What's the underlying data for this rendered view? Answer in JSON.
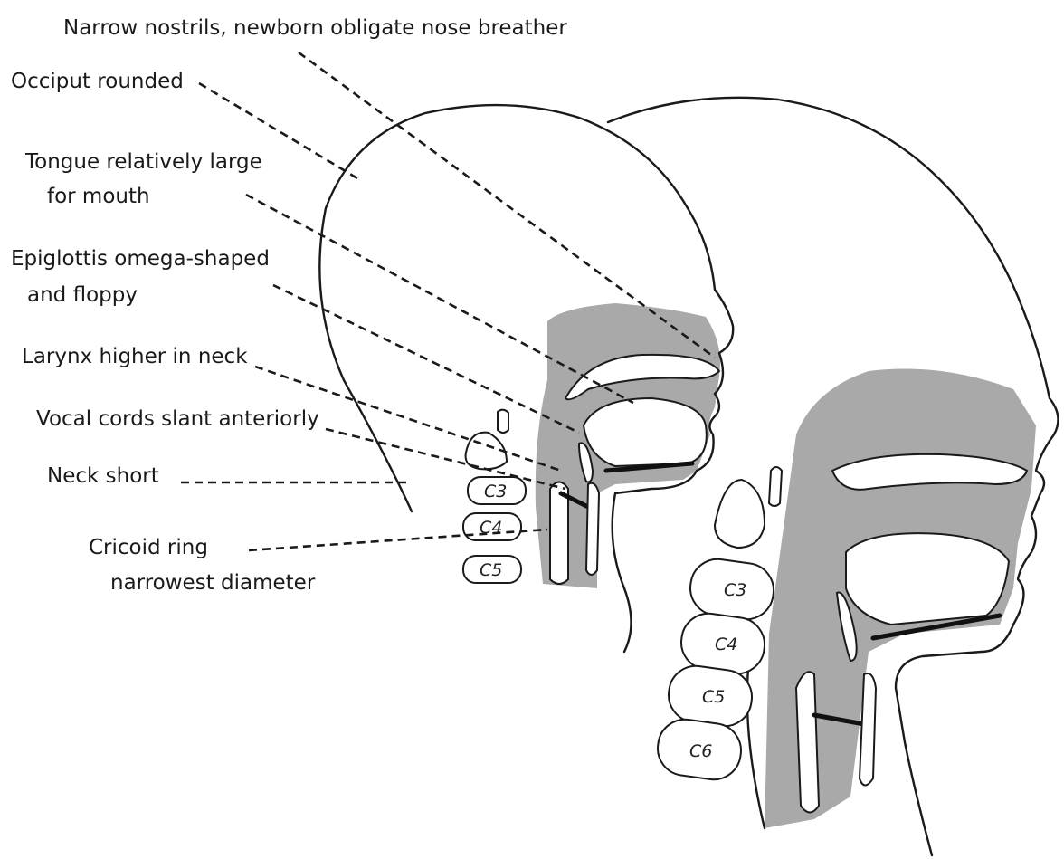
{
  "labels": {
    "nostrils": "Narrow nostrils, newborn obligate nose breather",
    "occiput": "Occiput rounded",
    "tongue_line1": "Tongue relatively large",
    "tongue_line2": "for mouth",
    "epiglottis_line1": "Epiglottis omega-shaped",
    "epiglottis_line2": "and floppy",
    "larynx": "Larynx higher in neck",
    "vocal_cords": "Vocal cords slant anteriorly",
    "neck": "Neck short",
    "cricoid_line1": "Cricoid ring",
    "cricoid_line2": "narrowest diameter"
  },
  "infant_vertebrae": [
    "C3",
    "C4",
    "C5"
  ],
  "adult_vertebrae": [
    "C3",
    "C4",
    "C5",
    "C6"
  ]
}
